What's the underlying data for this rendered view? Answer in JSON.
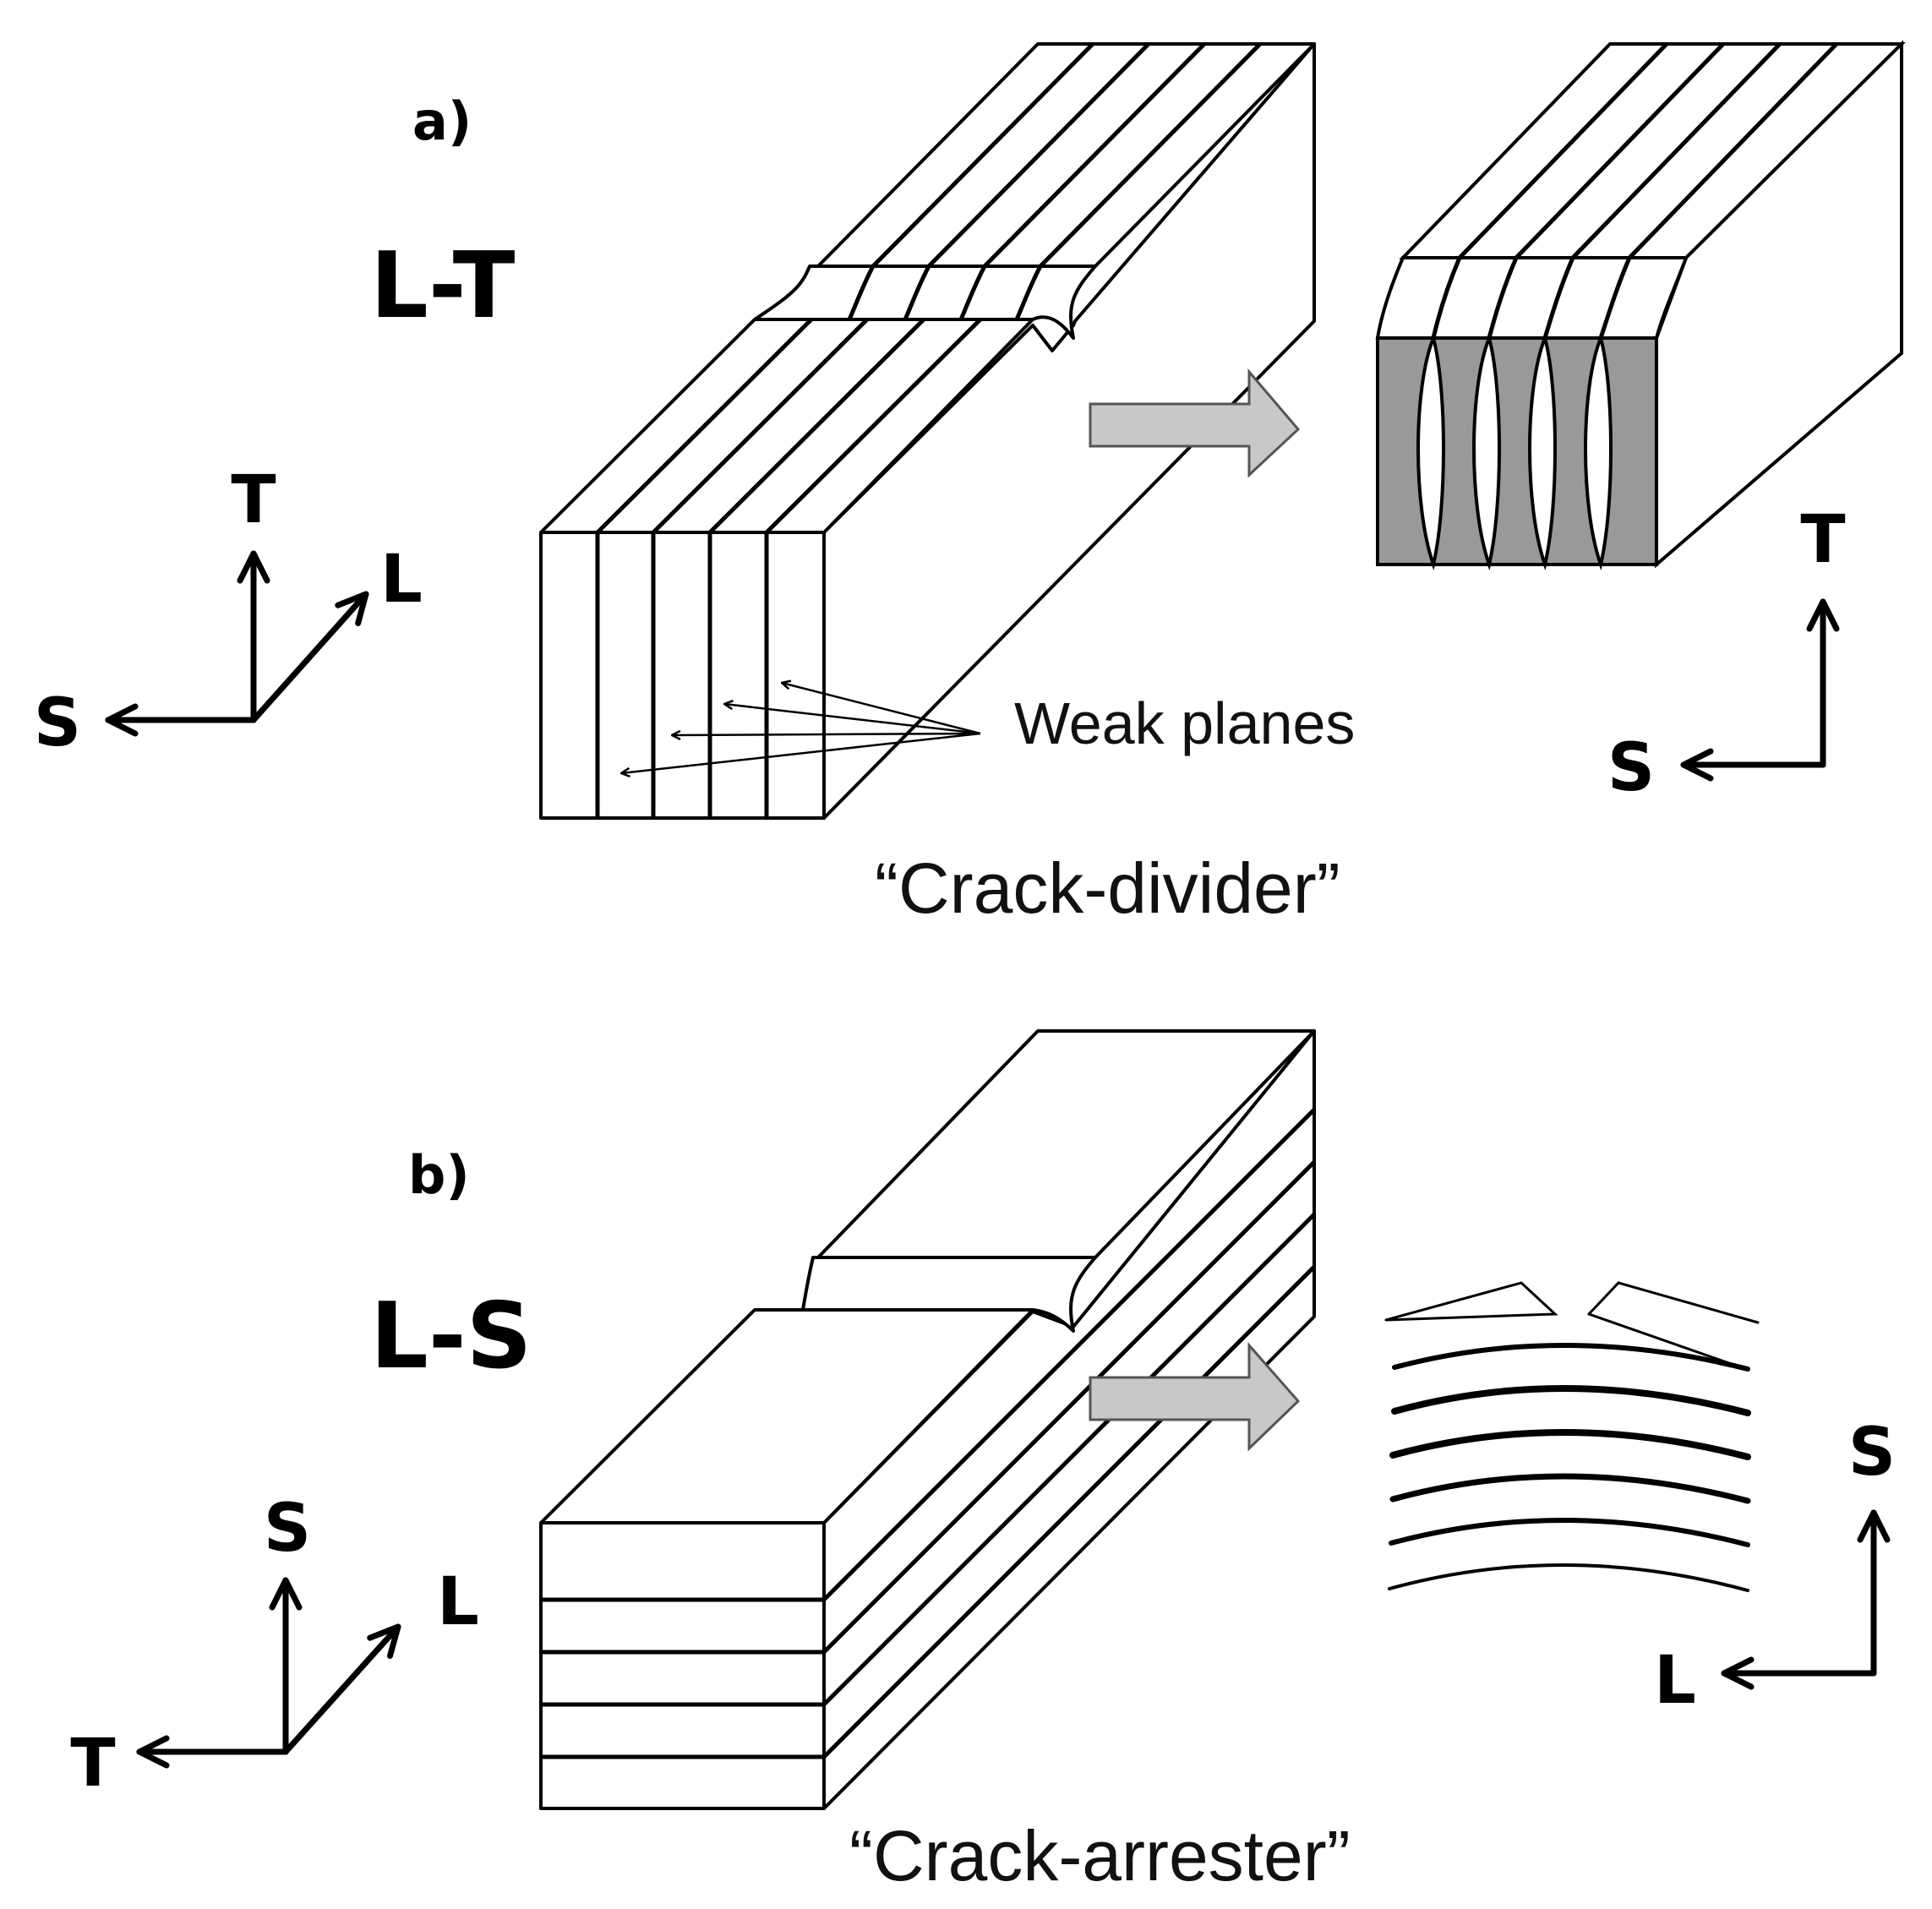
{
  "panel_a": {
    "label": "a)",
    "orientation": "L-T",
    "left_axes": {
      "up": "T",
      "depth": "L",
      "left": "S"
    },
    "right_axes": {
      "up": "T",
      "left": "S"
    },
    "weak_planes_label": "Weak planes",
    "caption": "“Crack-divider”"
  },
  "panel_b": {
    "label": "b)",
    "orientation": "L-S",
    "left_axes": {
      "up": "S",
      "depth": "L",
      "left": "T"
    },
    "right_axes": {
      "up": "S",
      "left": "L"
    },
    "caption": "“Crack-arrester”"
  },
  "colors": {
    "line": "#000000",
    "arrow_fill": "#c8c8c8",
    "fracture_face": "#999999"
  }
}
